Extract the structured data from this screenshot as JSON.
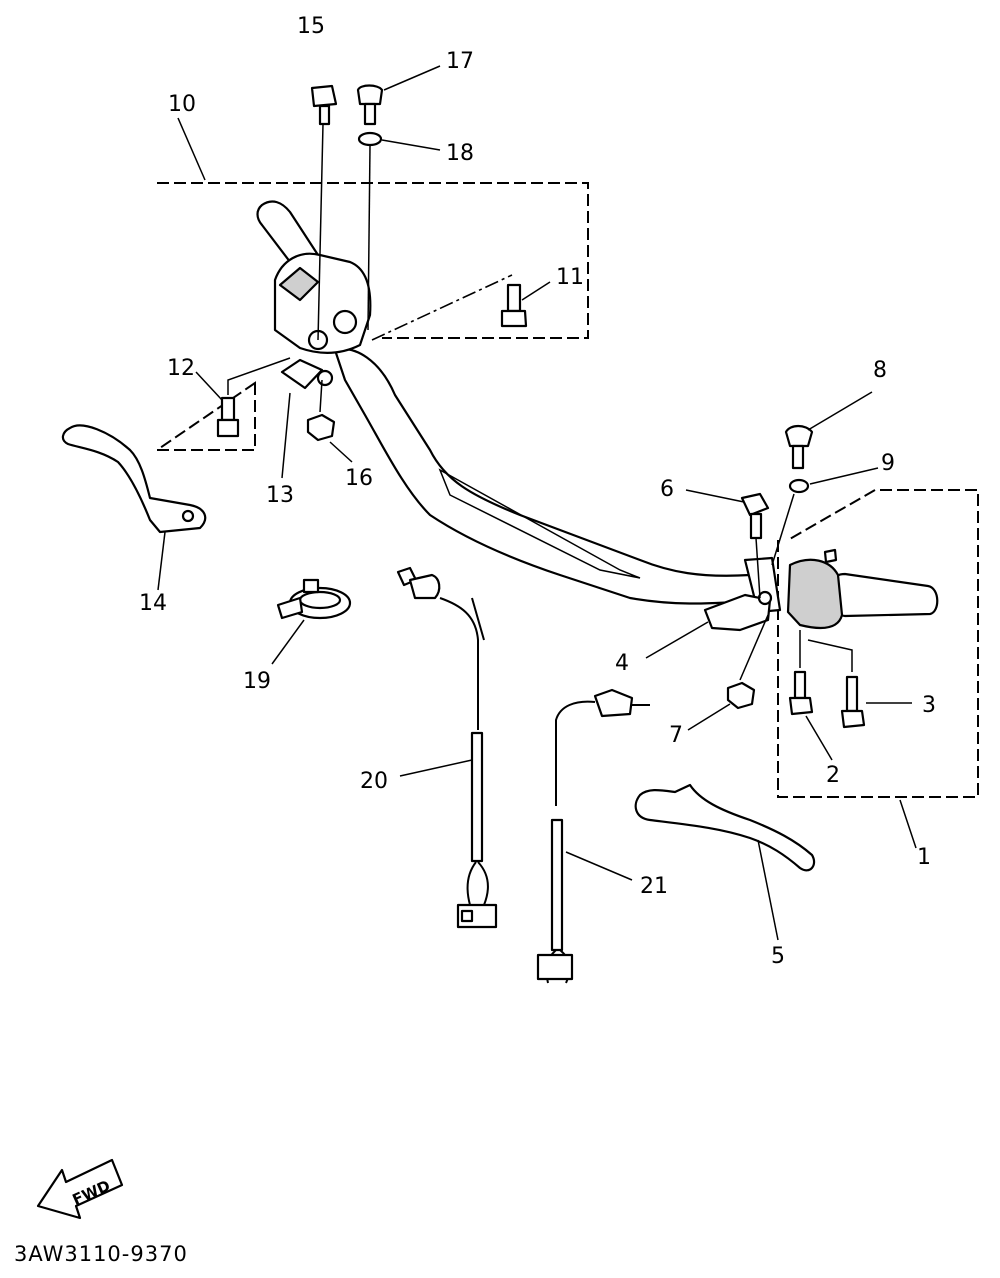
{
  "diagram": {
    "drawing_code": "3AW3110-9370",
    "direction_label": "FWD",
    "callouts": [
      "1",
      "2",
      "3",
      "4",
      "5",
      "6",
      "7",
      "8",
      "9",
      "10",
      "11",
      "12",
      "13",
      "14",
      "15",
      "16",
      "17",
      "18",
      "19",
      "20",
      "21"
    ]
  }
}
